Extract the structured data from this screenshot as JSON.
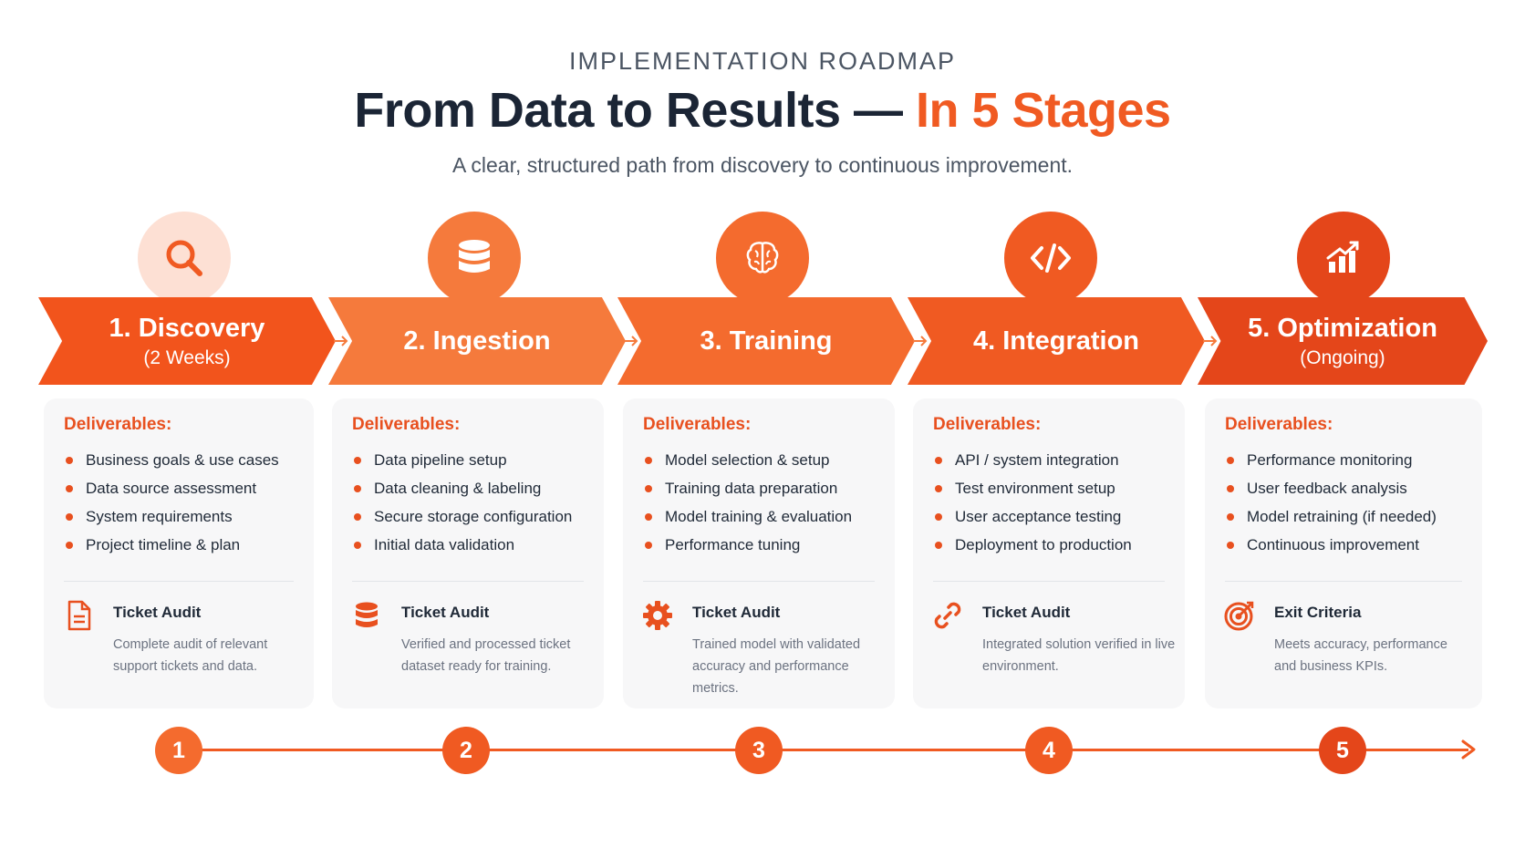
{
  "header": {
    "eyebrow": "IMPLEMENTATION ROADMAP",
    "title_main": "From Data to Results — ",
    "title_accent": "In 5 Stages",
    "subtitle": "A clear, structured path from discovery to continuous improvement."
  },
  "colors": {
    "accent": "#f05a22",
    "stage1": "#f2541c",
    "stage2": "#f57a3c",
    "stage3": "#f46b2e",
    "stage4": "#f05a22",
    "stage5": "#e4461a",
    "icon1_bg": "#fde0d4"
  },
  "stages": [
    {
      "icon": "search-icon",
      "title": "1. Discovery",
      "subtitle": "(2 Weeks)",
      "deliverables_label": "Deliverables:",
      "deliverables": [
        "Business goals & use cases",
        "Data source assessment",
        "System requirements",
        "Project timeline & plan"
      ],
      "footer_icon": "document-icon",
      "footer_title": "Ticket Audit",
      "footer_desc": "Complete audit of relevant support tickets and data."
    },
    {
      "icon": "database-icon",
      "title": "2. Ingestion",
      "subtitle": "",
      "deliverables_label": "Deliverables:",
      "deliverables": [
        "Data pipeline setup",
        "Data cleaning & labeling",
        "Secure storage configuration",
        "Initial data validation"
      ],
      "footer_icon": "database-icon",
      "footer_title": "Ticket Audit",
      "footer_desc": "Verified and processed ticket dataset ready for training."
    },
    {
      "icon": "brain-icon",
      "title": "3. Training",
      "subtitle": "",
      "deliverables_label": "Deliverables:",
      "deliverables": [
        "Model selection & setup",
        "Training data preparation",
        "Model training & evaluation",
        "Performance tuning"
      ],
      "footer_icon": "gear-icon",
      "footer_title": "Ticket Audit",
      "footer_desc": "Trained model with validated accuracy and performance metrics."
    },
    {
      "icon": "code-icon",
      "title": "4. Integration",
      "subtitle": "",
      "deliverables_label": "Deliverables:",
      "deliverables": [
        "API / system integration",
        "Test environment setup",
        "User acceptance testing",
        "Deployment to production"
      ],
      "footer_icon": "link-icon",
      "footer_title": "Ticket Audit",
      "footer_desc": "Integrated solution verified in live environment."
    },
    {
      "icon": "growth-chart-icon",
      "title": "5. Optimization",
      "subtitle": "(Ongoing)",
      "deliverables_label": "Deliverables:",
      "deliverables": [
        "Performance monitoring",
        "User feedback analysis",
        "Model retraining (if needed)",
        "Continuous improvement"
      ],
      "footer_icon": "target-icon",
      "footer_title": "Exit Criteria",
      "footer_desc": "Meets accuracy, performance and business KPIs."
    }
  ],
  "timeline": {
    "steps": [
      "1",
      "2",
      "3",
      "4",
      "5"
    ]
  }
}
